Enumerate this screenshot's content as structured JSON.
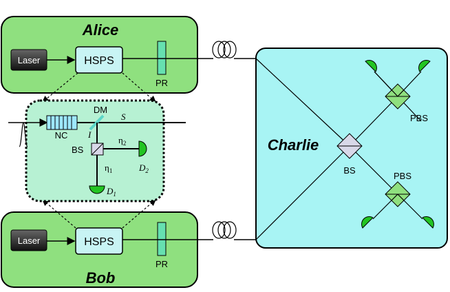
{
  "alice": {
    "title": "Alice",
    "laser": "Laser",
    "hsps": "HSPS",
    "pr": "PR"
  },
  "bob": {
    "title": "Bob",
    "laser": "Laser",
    "hsps": "HSPS",
    "pr": "PR"
  },
  "charlie": {
    "title": "Charlie",
    "bs": "BS",
    "pbs_top": "PBS",
    "pbs_bottom": "PBS"
  },
  "source_detail": {
    "nc": "NC",
    "dm": "DM",
    "s": "S",
    "i": "I",
    "bs": "BS",
    "eta2_base": "η",
    "eta2_sub": "2",
    "eta1_base": "η",
    "eta1_sub": "1",
    "d2_base": "D",
    "d2_sub": "2",
    "d1_base": "D",
    "d1_sub": "1"
  },
  "colors": {
    "party_fill": "#8fe07f",
    "charlie_fill": "#a8f4f4",
    "detail_fill": "#b7f1d3",
    "detector": "#22c422",
    "laser_box": "#333333",
    "pr_fill": "#66e0b0"
  }
}
